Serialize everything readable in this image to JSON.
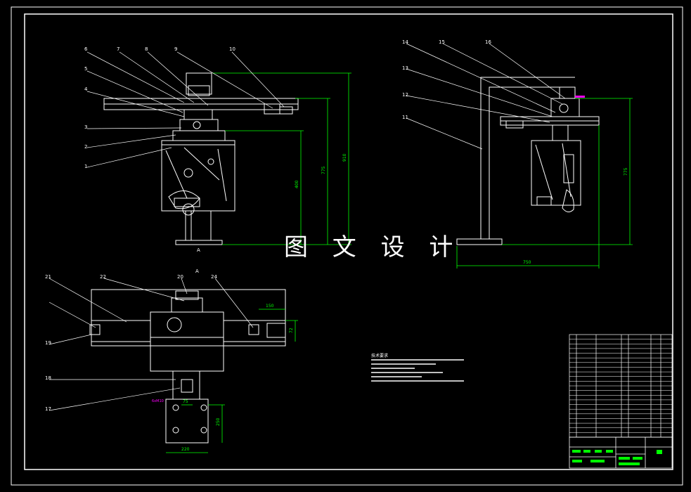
{
  "watermark": "图 文 设 计",
  "labels": {
    "front": {
      "callouts": [
        "6",
        "7",
        "8",
        "9",
        "10",
        "5",
        "4",
        "3",
        "2",
        "1"
      ],
      "dims": [
        "400",
        "775",
        "910"
      ],
      "section_marker": "A"
    },
    "side": {
      "callouts": [
        "14",
        "15",
        "16",
        "13",
        "12",
        "11"
      ],
      "dims": [
        "775",
        "750"
      ]
    },
    "plan": {
      "callouts": [
        "21",
        "22",
        "20",
        "24",
        "19",
        "18",
        "17"
      ],
      "section_marker": "A",
      "dims": [
        "150",
        "72",
        "75",
        "250",
        "220"
      ],
      "tag": "6xM10"
    }
  },
  "tech_notes_title": "技术要求",
  "colors": {
    "line": "#ffffff",
    "dim": "#00ff00",
    "accent": "#ff00ff",
    "border": "#ffffff"
  }
}
